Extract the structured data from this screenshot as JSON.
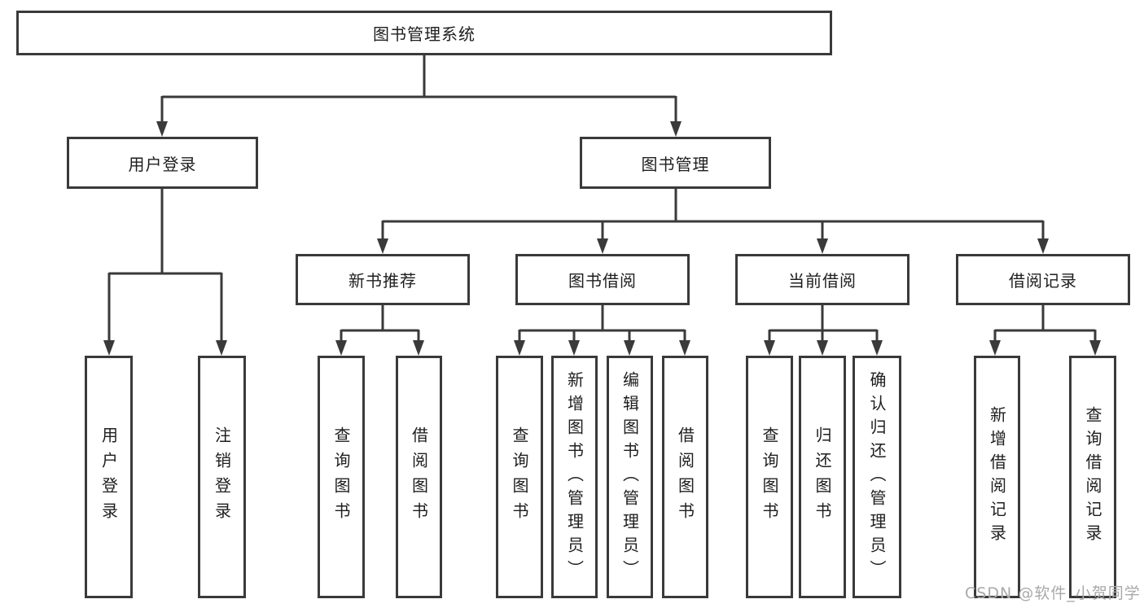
{
  "diagram": {
    "title": "图书管理系统",
    "nodes": {
      "root": "图书管理系统",
      "user_login": "用户登录",
      "book_mgmt": "图书管理",
      "new_book_rec": "新书推荐",
      "book_borrow": "图书借阅",
      "current_borrow": "当前借阅",
      "borrow_record": "借阅记录",
      "leaf_user_login": "用户登录",
      "leaf_logout": "注销登录",
      "leaf_query_book_rec": "查询图书",
      "leaf_borrow_book_rec": "借阅图书",
      "leaf_query_book_borrow": "查询图书",
      "leaf_add_book": "新增图书（管理员）",
      "leaf_edit_book": "编辑图书（管理员）",
      "leaf_borrow_book_borrow": "借阅图书",
      "leaf_query_book_current": "查询图书",
      "leaf_return_book": "归还图书",
      "leaf_confirm_return": "确认归还（管理员）",
      "leaf_add_record": "新增借阅记录",
      "leaf_query_record": "查询借阅记录"
    },
    "tree": {
      "图书管理系统": {
        "用户登录": [
          "用户登录",
          "注销登录"
        ],
        "图书管理": {
          "新书推荐": [
            "查询图书",
            "借阅图书"
          ],
          "图书借阅": [
            "查询图书",
            "新增图书（管理员）",
            "编辑图书（管理员）",
            "借阅图书"
          ],
          "当前借阅": [
            "查询图书",
            "归还图书",
            "确认归还（管理员）"
          ],
          "借阅记录": [
            "新增借阅记录",
            "查询借阅记录"
          ]
        }
      }
    },
    "line_color": "#3a3a3a",
    "watermark": "CSDN @软件_小贺同学"
  }
}
